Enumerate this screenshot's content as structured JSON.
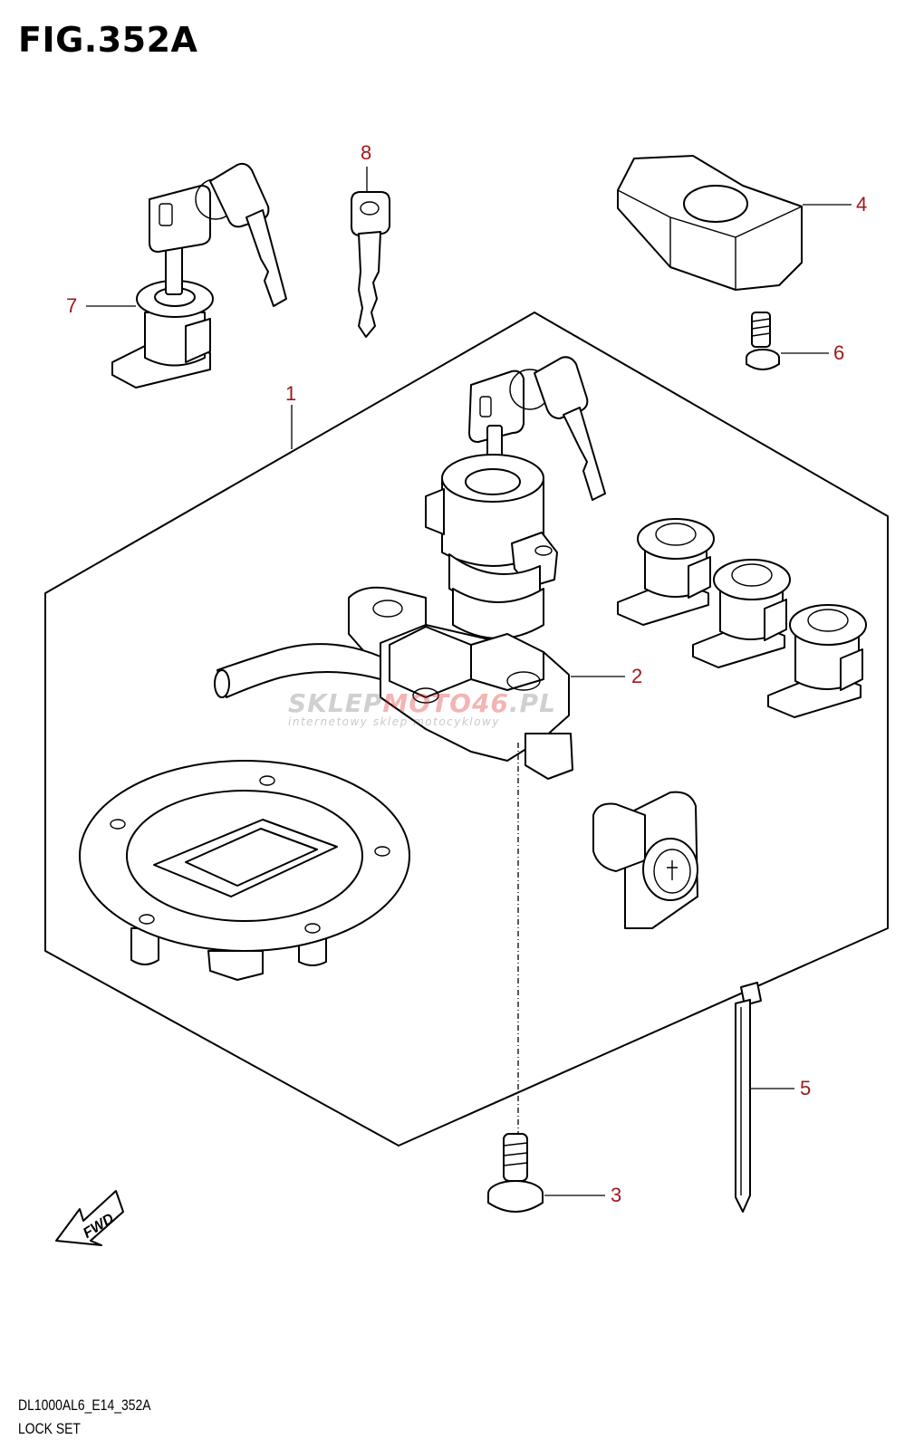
{
  "figure": {
    "title": "FIG.352A",
    "code": "DL1000AL6_E14_352A",
    "name": "LOCK SET"
  },
  "callouts": {
    "c1": "1",
    "c2": "2",
    "c3": "3",
    "c4": "4",
    "c5": "5",
    "c6": "6",
    "c7": "7",
    "c8": "8"
  },
  "fwd_label": "FWD",
  "watermark": {
    "brand_a": "SKLEP",
    "brand_b": "MOTO",
    "brand_c": "46",
    "brand_d": ".PL",
    "tagline": "internetowy sklep motocyklowy"
  },
  "colors": {
    "callout": "#a01818",
    "lines": "#000000"
  }
}
